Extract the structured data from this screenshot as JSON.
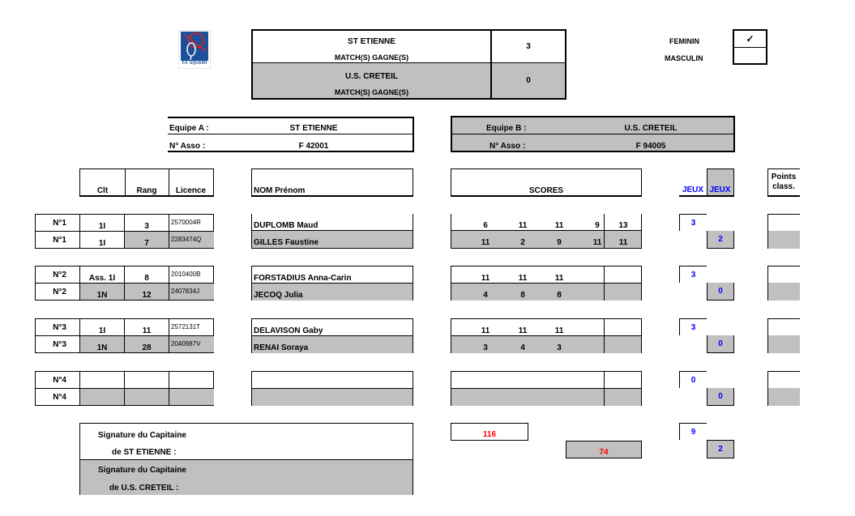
{
  "header": {
    "logo_text": "F.F. SQUASH",
    "team_a_name": "ST ETIENNE",
    "matchs_label": "MATCH(S) GAGNE(S)",
    "team_a_wins": "3",
    "team_b_name": "U.S. CRETEIL",
    "team_b_wins": "0",
    "feminin_label": "FEMININ",
    "masculin_label": "MASCULIN",
    "feminin_mark": "✓",
    "masculin_mark": ""
  },
  "teams": {
    "equipe_a_label": "Equipe A :",
    "equipe_a_name": "ST ETIENNE",
    "asso_label": "N° Asso :",
    "equipe_a_asso": "F 42001",
    "equipe_b_label": "Equipe B :",
    "equipe_b_name": "U.S. CRETEIL",
    "equipe_b_asso": "F 94005"
  },
  "columns": {
    "clt": "Clt",
    "rang": "Rang",
    "licence": "Licence",
    "nom": "NOM Prénom",
    "scores": "SCORES",
    "jeux_a": "JEUX",
    "jeux_b": "JEUX",
    "points_line1": "Points",
    "points_line2": "class."
  },
  "matches": [
    {
      "a": {
        "num": "N°1",
        "clt": "1I",
        "rang": "3",
        "licence": "2570004R",
        "nom": "DUPLOMB Maud",
        "scores": [
          "6",
          "11",
          "11",
          "9",
          "13"
        ],
        "jeux": "3"
      },
      "b": {
        "num": "N°1",
        "clt": "1I",
        "rang": "7",
        "licence": "2283474Q",
        "nom": "GILLES Faustine",
        "scores": [
          "11",
          "2",
          "9",
          "11",
          "11"
        ],
        "jeux": "2"
      }
    },
    {
      "a": {
        "num": "N°2",
        "clt": "Ass. 1I",
        "rang": "8",
        "licence": "2010400B",
        "nom": "FORSTADIUS Anna-Carin",
        "scores": [
          "11",
          "11",
          "11",
          "",
          ""
        ],
        "jeux": "3"
      },
      "b": {
        "num": "N°2",
        "clt": "1N",
        "rang": "12",
        "licence": "2407834J",
        "nom": "JECOQ Julia",
        "scores": [
          "4",
          "8",
          "8",
          "",
          ""
        ],
        "jeux": "0"
      }
    },
    {
      "a": {
        "num": "N°3",
        "clt": "1I",
        "rang": "11",
        "licence": "2572131T",
        "nom": "DELAVISON Gaby",
        "scores": [
          "11",
          "11",
          "11",
          "",
          ""
        ],
        "jeux": "3"
      },
      "b": {
        "num": "N°3",
        "clt": "1N",
        "rang": "28",
        "licence": "2040987V",
        "nom": "RENAI Soraya",
        "scores": [
          "3",
          "4",
          "3",
          "",
          ""
        ],
        "jeux": "0"
      }
    },
    {
      "a": {
        "num": "N°4",
        "clt": "",
        "rang": "",
        "licence": "",
        "nom": "",
        "scores": [
          "",
          "",
          "",
          "",
          ""
        ],
        "jeux": "0"
      },
      "b": {
        "num": "N°4",
        "clt": "",
        "rang": "",
        "licence": "",
        "nom": "",
        "scores": [
          "",
          "",
          "",
          "",
          ""
        ],
        "jeux": "0"
      }
    }
  ],
  "footer": {
    "sig_a_line1": "Signature du Capitaine",
    "sig_a_line2": "de ST ETIENNE :",
    "sig_b_line1": "Signature du Capitaine",
    "sig_b_line2": "de U.S. CRETEIL :",
    "total_a_points": "116",
    "total_b_points": "74",
    "total_a_jeux": "9",
    "total_b_jeux": "2"
  }
}
